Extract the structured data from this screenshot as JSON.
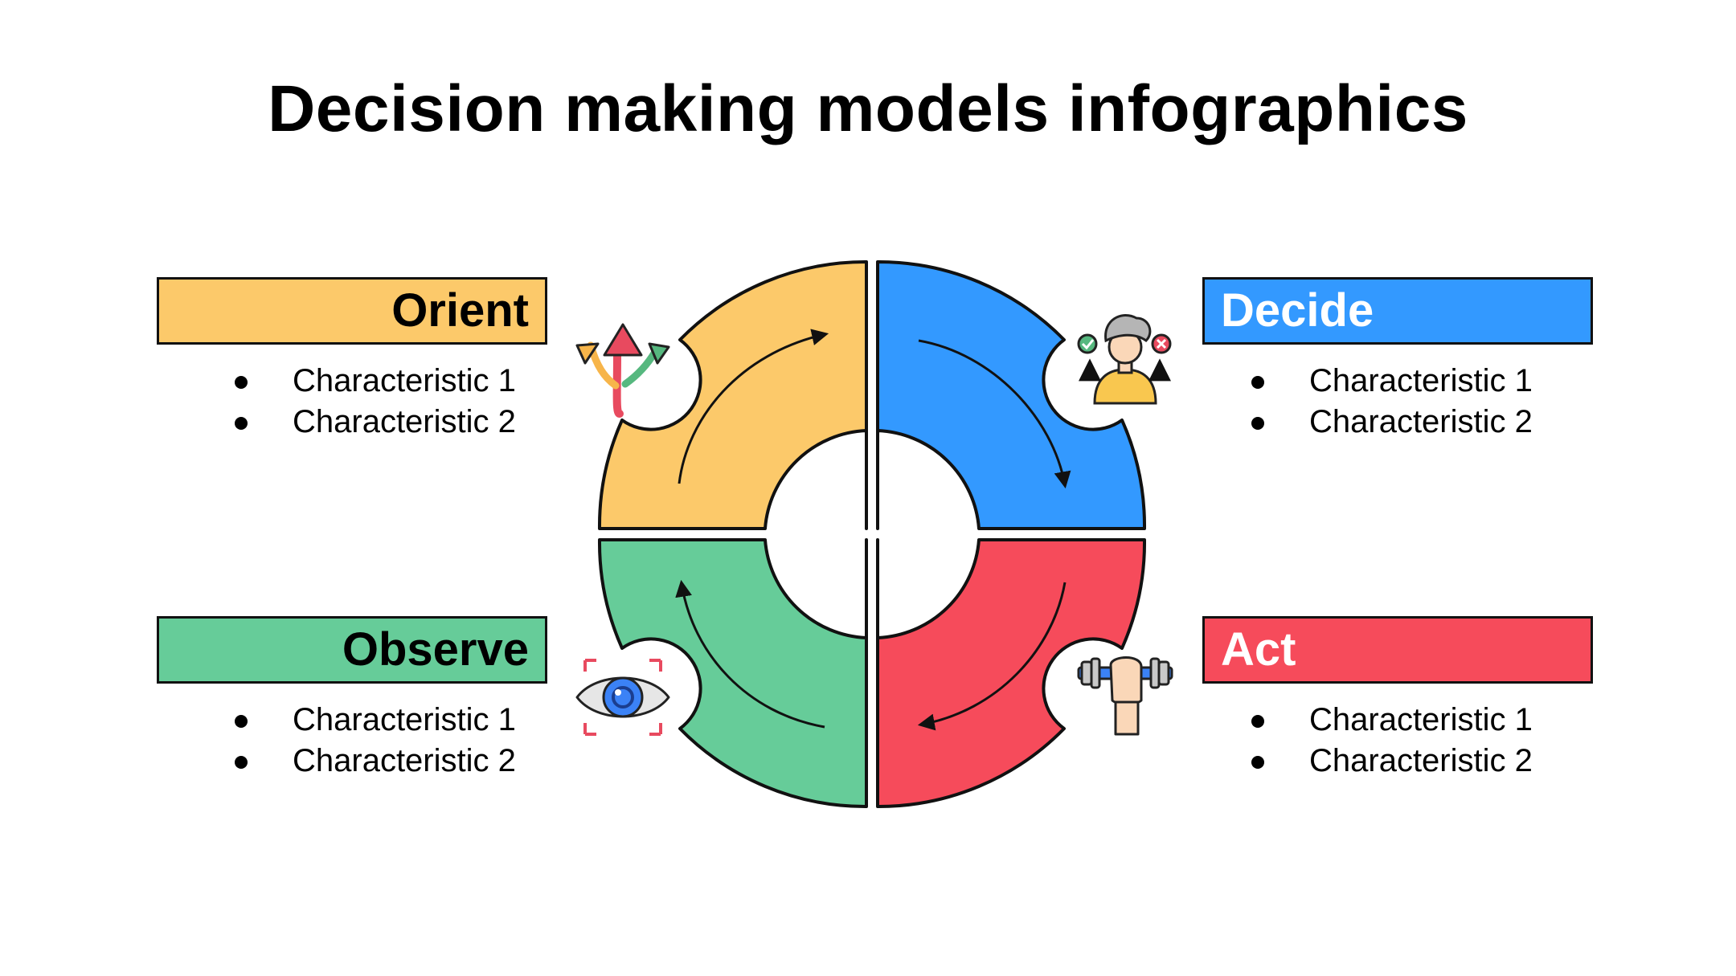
{
  "title": "Decision making models infographics",
  "colors": {
    "orient": "#FCC96A",
    "decide": "#3399FF",
    "act": "#F64B5B",
    "observe": "#66CC99",
    "outline": "#111111"
  },
  "stages": {
    "orient": {
      "label": "Orient",
      "icon": "branching-arrows-icon",
      "characteristics": [
        "Characteristic 1",
        "Characteristic 2"
      ]
    },
    "decide": {
      "label": "Decide",
      "icon": "person-choice-icon",
      "characteristics": [
        "Characteristic 1",
        "Characteristic 2"
      ]
    },
    "observe": {
      "label": "Observe",
      "icon": "eye-focus-icon",
      "characteristics": [
        "Characteristic 1",
        "Characteristic 2"
      ]
    },
    "act": {
      "label": "Act",
      "icon": "dumbbell-fist-icon",
      "characteristics": [
        "Characteristic 1",
        "Characteristic 2"
      ]
    }
  }
}
